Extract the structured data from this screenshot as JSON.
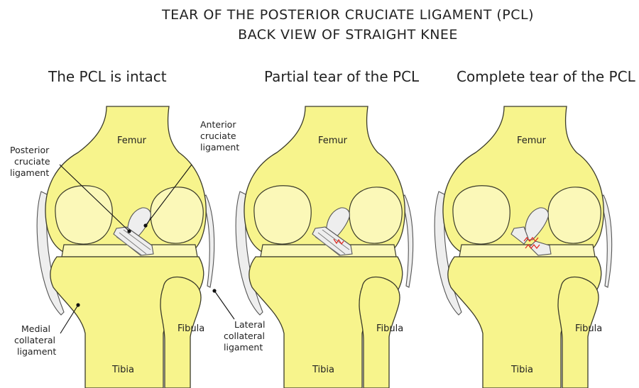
{
  "title": {
    "line1": "TEAR OF THE POSTERIOR CRUCIATE LIGAMENT (PCL)",
    "line2": "BACK VIEW OF STRAIGHT KNEE"
  },
  "panels": [
    {
      "title": "The PCL is intact",
      "bones": {
        "femur": "Femur",
        "tibia": "Tibia",
        "fibula": "Fibula"
      },
      "callouts": {
        "pcl": [
          "Posterior",
          "cruciate",
          "ligament"
        ],
        "acl": [
          "Anterior",
          "cruciate",
          "ligament"
        ],
        "mcl": [
          "Medial",
          "collateral",
          "ligament"
        ],
        "lcl": [
          "Lateral",
          "collateral",
          "ligament"
        ]
      }
    },
    {
      "title": "Partial tear of the PCL",
      "bones": {
        "femur": "Femur",
        "tibia": "Tibia",
        "fibula": "Fibula"
      }
    },
    {
      "title": "Complete tear of the PCL",
      "bones": {
        "femur": "Femur",
        "tibia": "Tibia",
        "fibula": "Fibula"
      }
    }
  ],
  "colors": {
    "bone": "#f7f48c",
    "ligament": "#eeeeee",
    "tear": "#e0241b"
  }
}
